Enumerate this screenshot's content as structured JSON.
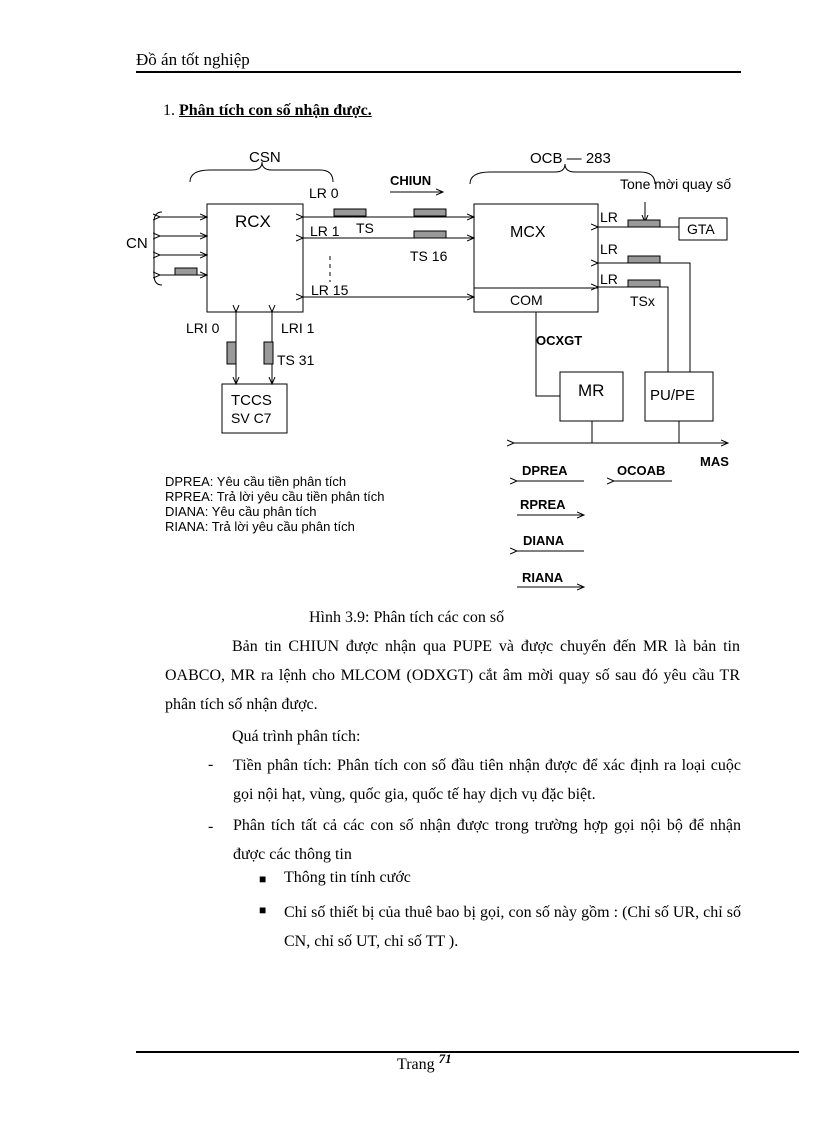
{
  "header": {
    "title": "Đồ án tốt nghiệp"
  },
  "section": {
    "number": "1.",
    "title": "Phân tích con số nhận được."
  },
  "diagram": {
    "csn": "CSN",
    "ocb": "OCB — 283",
    "tone": "Tone mời quay số",
    "chiun": "CHIUN",
    "rcx": "RCX",
    "mcx": "MCX",
    "com": "COM",
    "gta": "GTA",
    "cn": "CN",
    "lr0": "LR 0",
    "lr1": "LR 1",
    "ts": "TS",
    "ts16": "TS 16",
    "lr15": "LR 15",
    "lr_a": "LR",
    "lr_b": "LR",
    "lr_c": "LR",
    "tsx": "TSx",
    "lri0": "LRI 0",
    "lri1": "LRI 1",
    "ts31": "TS 31",
    "tccs": "TCCS",
    "svc7": "SV C7",
    "ocxgt": "OCXGT",
    "mr": "MR",
    "pupe": "PU/PE",
    "mas": "MAS",
    "dprea": "DPREA",
    "ocoab": "OCOAB",
    "rprea": "RPREA",
    "diana": "DIANA",
    "riana": "RIANA"
  },
  "legend": [
    "DPREA: Yêu cầu tiền phân tích",
    "RPREA: Trả lời yêu cầu tiền phân tích",
    "DIANA: Yêu cầu phân tích",
    "RIANA: Trả lời yêu cầu phân tích"
  ],
  "caption": "Hình 3.9: Phân tích các con số",
  "body": {
    "p1": "Bản tin CHIUN được nhận qua PUPE và được chuyển đến MR là bản tin OABCO, MR ra lệnh cho MLCOM (ODXGT) cắt âm mời quay số sau đó yêu cầu TR phân tích số nhận được.",
    "p2": "Quá trình phân tích:",
    "item1": "Tiền phân tích: Phân tích con số đầu tiên nhận được để xác định ra loại cuộc gọi nội hạt, vùng, quốc gia, quốc tế hay dịch vụ đặc biệt.",
    "item2": "Phân tích tất cả các con số nhận được trong trường hợp gọi nội bộ để nhận được các thông tin",
    "sub1": "Thông tin tính cước",
    "sub2": "Chỉ số thiết bị của thuê bao bị gọi, con số này gồm : (Chỉ số UR, chỉ số CN, chỉ số UT, chỉ số TT )."
  },
  "footer": {
    "label": "Trang",
    "page": "71"
  }
}
